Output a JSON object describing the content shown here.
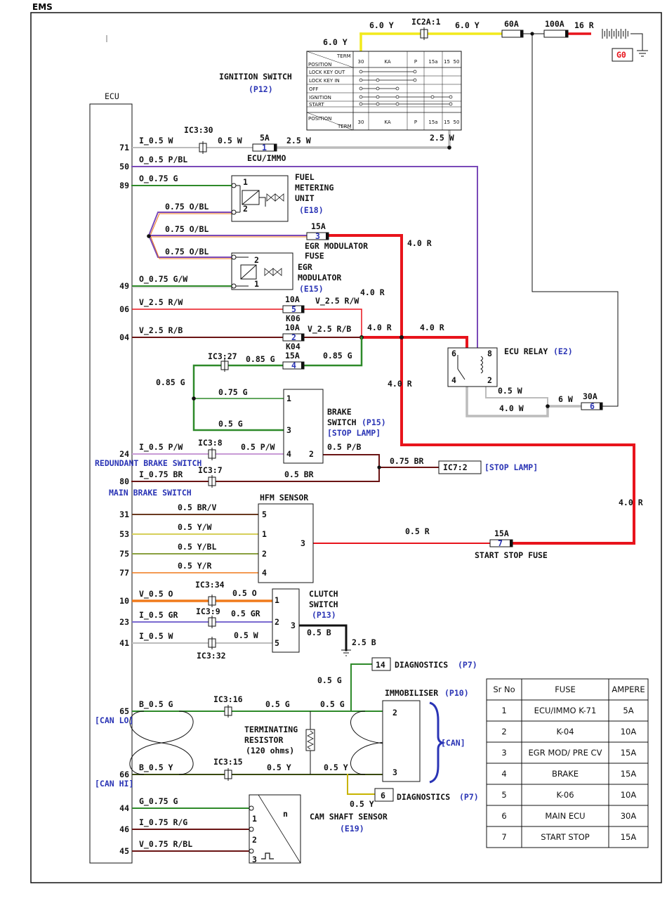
{
  "title": "EMS",
  "ecu": {
    "label": "ECU",
    "pins": [
      {
        "pin": "71",
        "wire": "I_0.5 W"
      },
      {
        "pin": "50",
        "wire": "O_0.5 P/BL"
      },
      {
        "pin": "89",
        "wire": "O_0.75 G"
      },
      {
        "pin": "49",
        "wire": "O_0.75 G/W"
      },
      {
        "pin": "06",
        "wire": "V_2.5 R/W"
      },
      {
        "pin": "04",
        "wire": "V_2.5 R/B"
      },
      {
        "pin": "24",
        "wire": "I_0.5 P/W"
      },
      {
        "pin": "80",
        "wire": "I_0.75 BR"
      },
      {
        "pin": "31",
        "wire": "0.5 BR/V"
      },
      {
        "pin": "53",
        "wire": "0.5 Y/W"
      },
      {
        "pin": "75",
        "wire": "0.5 Y/BL"
      },
      {
        "pin": "77",
        "wire": "0.5 Y/R"
      },
      {
        "pin": "10",
        "wire": "V_0.5 O"
      },
      {
        "pin": "23",
        "wire": "I_0.5 GR"
      },
      {
        "pin": "41",
        "wire": "I_0.5 W"
      },
      {
        "pin": "65",
        "wire": "B_0.5 G"
      },
      {
        "pin": "66",
        "wire": "B_0.5 Y"
      },
      {
        "pin": "44",
        "wire": "G_0.75 G"
      },
      {
        "pin": "46",
        "wire": "I_0.75 R/G"
      },
      {
        "pin": "45",
        "wire": "V_0.75 R/BL"
      }
    ],
    "can_lo": "[CAN LO]",
    "can_hi": "[CAN HI]"
  },
  "connectors": {
    "ic2a_1": "IC2A:1",
    "ic3_30": "IC3:30",
    "ic3_27": "IC3:27",
    "ic3_8": "IC3:8",
    "ic3_7": "IC3:7",
    "ic3_34": "IC3:34",
    "ic3_9": "IC3:9",
    "ic3_32": "IC3:32",
    "ic3_16": "IC3:16",
    "ic3_15": "IC3:15",
    "ic7_2": "IC7:2"
  },
  "wires": {
    "y60_left": "6.0 Y",
    "y60_top": "6.0 Y",
    "y60_right": "6.0 Y",
    "r16": "16 R",
    "w05_ecuimmo": "0.5 W",
    "w25_a": "2.5 W",
    "w25_b": "2.5 W",
    "obl1": "0.75 O/BL",
    "obl2": "0.75 O/BL",
    "obl3": "0.75 O/BL",
    "r40_a": "4.0 R",
    "r40_b": "4.0 R",
    "r40_c": "4.0 R",
    "r40_d": "4.0 R",
    "r40_e": "4.0 R",
    "r40_f": "4.0 R",
    "rw25": "V_2.5 R/W",
    "rb25": "V_2.5 R/B",
    "g085_a": "0.85 G",
    "g085_b": "0.85 G",
    "g085_c": "0.85 G",
    "g075": "0.75 G",
    "g05": "0.5 G",
    "pw05": "0.5 P/W",
    "pb05": "0.5 P/B",
    "br075": "0.75 BR",
    "br05": "0.5 BR",
    "w05_relay": "0.5 W",
    "w40_relay": "4.0 W",
    "w6": "6 W",
    "r05": "0.5 R",
    "o05": "0.5 O",
    "gr05": "0.5 GR",
    "w05_clutch": "0.5 W",
    "b05": "0.5 B",
    "b25": "2.5 B",
    "g05_diag": "0.5 G",
    "g05_can1": "0.5 G",
    "g05_can2": "0.5 G",
    "y05_can1": "0.5 Y",
    "y05_can2": "0.5 Y",
    "y05_diag": "0.5 Y"
  },
  "fuses": {
    "f60": "60A",
    "f100": "100A",
    "f1_rating": "5A",
    "f1_num": "1",
    "f1_name": "ECU/IMMO",
    "f3_rating": "15A",
    "f3_num": "3",
    "f5_rating": "10A",
    "f5_num": "5",
    "f5_name": "K06",
    "f2_rating": "10A",
    "f2_num": "2",
    "f2_name": "K04",
    "f4_rating": "15A",
    "f4_num": "4",
    "f6_rating": "30A",
    "f6_num": "6",
    "f7_rating": "15A",
    "f7_num": "7",
    "f7_name": "START STOP FUSE"
  },
  "battery": {
    "label": "G0"
  },
  "ignition_switch": {
    "title": "IGNITION SWITCH",
    "ref": "(P12)",
    "term_label": "TERM",
    "position_label": "POSITION",
    "columns": [
      "30",
      "KA",
      "P",
      "15a",
      "15",
      "50"
    ],
    "rows": [
      "LOCK KEY OUT",
      "LOCK KEY IN",
      "OFF",
      "IGNITION",
      "START"
    ]
  },
  "components": {
    "fuel_meter": {
      "line1": "FUEL",
      "line2": "METERING",
      "line3": "UNIT",
      "ref": "(E18)",
      "pin1": "1",
      "pin2": "2"
    },
    "egr_fuse_label": {
      "line1": "EGR MODULATOR",
      "line2": "FUSE"
    },
    "egr_mod": {
      "line1": "EGR",
      "line2": "MODULATOR",
      "ref": "(E15)",
      "pin1": "1",
      "pin2": "2"
    },
    "ecu_relay": {
      "title": "ECU RELAY",
      "ref": "(E2)",
      "p6": "6",
      "p8": "8",
      "p4": "4",
      "p2": "2"
    },
    "brake_switch": {
      "line1": "BRAKE",
      "line2": "SWITCH",
      "ref": "(P15)",
      "sub": "[STOP LAMP]",
      "p1": "1",
      "p3": "3",
      "p4": "4",
      "p2": "2"
    },
    "stop_lamp": "[STOP LAMP]",
    "redundant_brake": "REDUNDANT BRAKE SWITCH",
    "main_brake": "MAIN BRAKE SWITCH",
    "hfm": {
      "title": "HFM SENSOR",
      "p5": "5",
      "p1": "1",
      "p2": "2",
      "p4": "4",
      "p3": "3"
    },
    "clutch": {
      "line1": "CLUTCH",
      "line2": "SWITCH",
      "ref": "(P13)",
      "p1": "1",
      "p2": "2",
      "p5": "5",
      "p3": "3"
    },
    "diag14": {
      "pin": "14",
      "label": "DIAGNOSTICS",
      "ref": "(P7)"
    },
    "diag6": {
      "pin": "6",
      "label": "DIAGNOSTICS",
      "ref": "(P7)"
    },
    "immobiliser": {
      "title": "IMMOBILISER",
      "ref": "(P10)",
      "p2": "2",
      "p3": "3"
    },
    "can_label": "[CAN]",
    "terminating": {
      "line1": "TERMINATING",
      "line2": "RESISTOR",
      "line3": "(120 ohms)"
    },
    "cam": {
      "line1": "CAM SHAFT SENSOR",
      "ref": "(E19)",
      "n": "n",
      "p1": "1",
      "p2": "2",
      "p3": "3"
    }
  },
  "fuse_table": {
    "headers": [
      "Sr No",
      "FUSE",
      "AMPERE"
    ],
    "rows": [
      [
        "1",
        "ECU/IMMO K-71",
        "5A"
      ],
      [
        "2",
        "K-04",
        "10A"
      ],
      [
        "3",
        "EGR MOD/ PRE CV",
        "15A"
      ],
      [
        "4",
        "BRAKE",
        "15A"
      ],
      [
        "5",
        "K-06",
        "10A"
      ],
      [
        "6",
        "MAIN ECU",
        "30A"
      ],
      [
        "7",
        "START STOP",
        "15A"
      ]
    ]
  },
  "colors": {
    "red": "#e8141c",
    "yellow": "#f2ea1c",
    "gray": "#bcbcbc",
    "green": "#2e8a2a",
    "purple": "#7a4ab8",
    "orange": "#f07a1a",
    "brown": "#6a1414",
    "blue": "#2a34b5"
  }
}
